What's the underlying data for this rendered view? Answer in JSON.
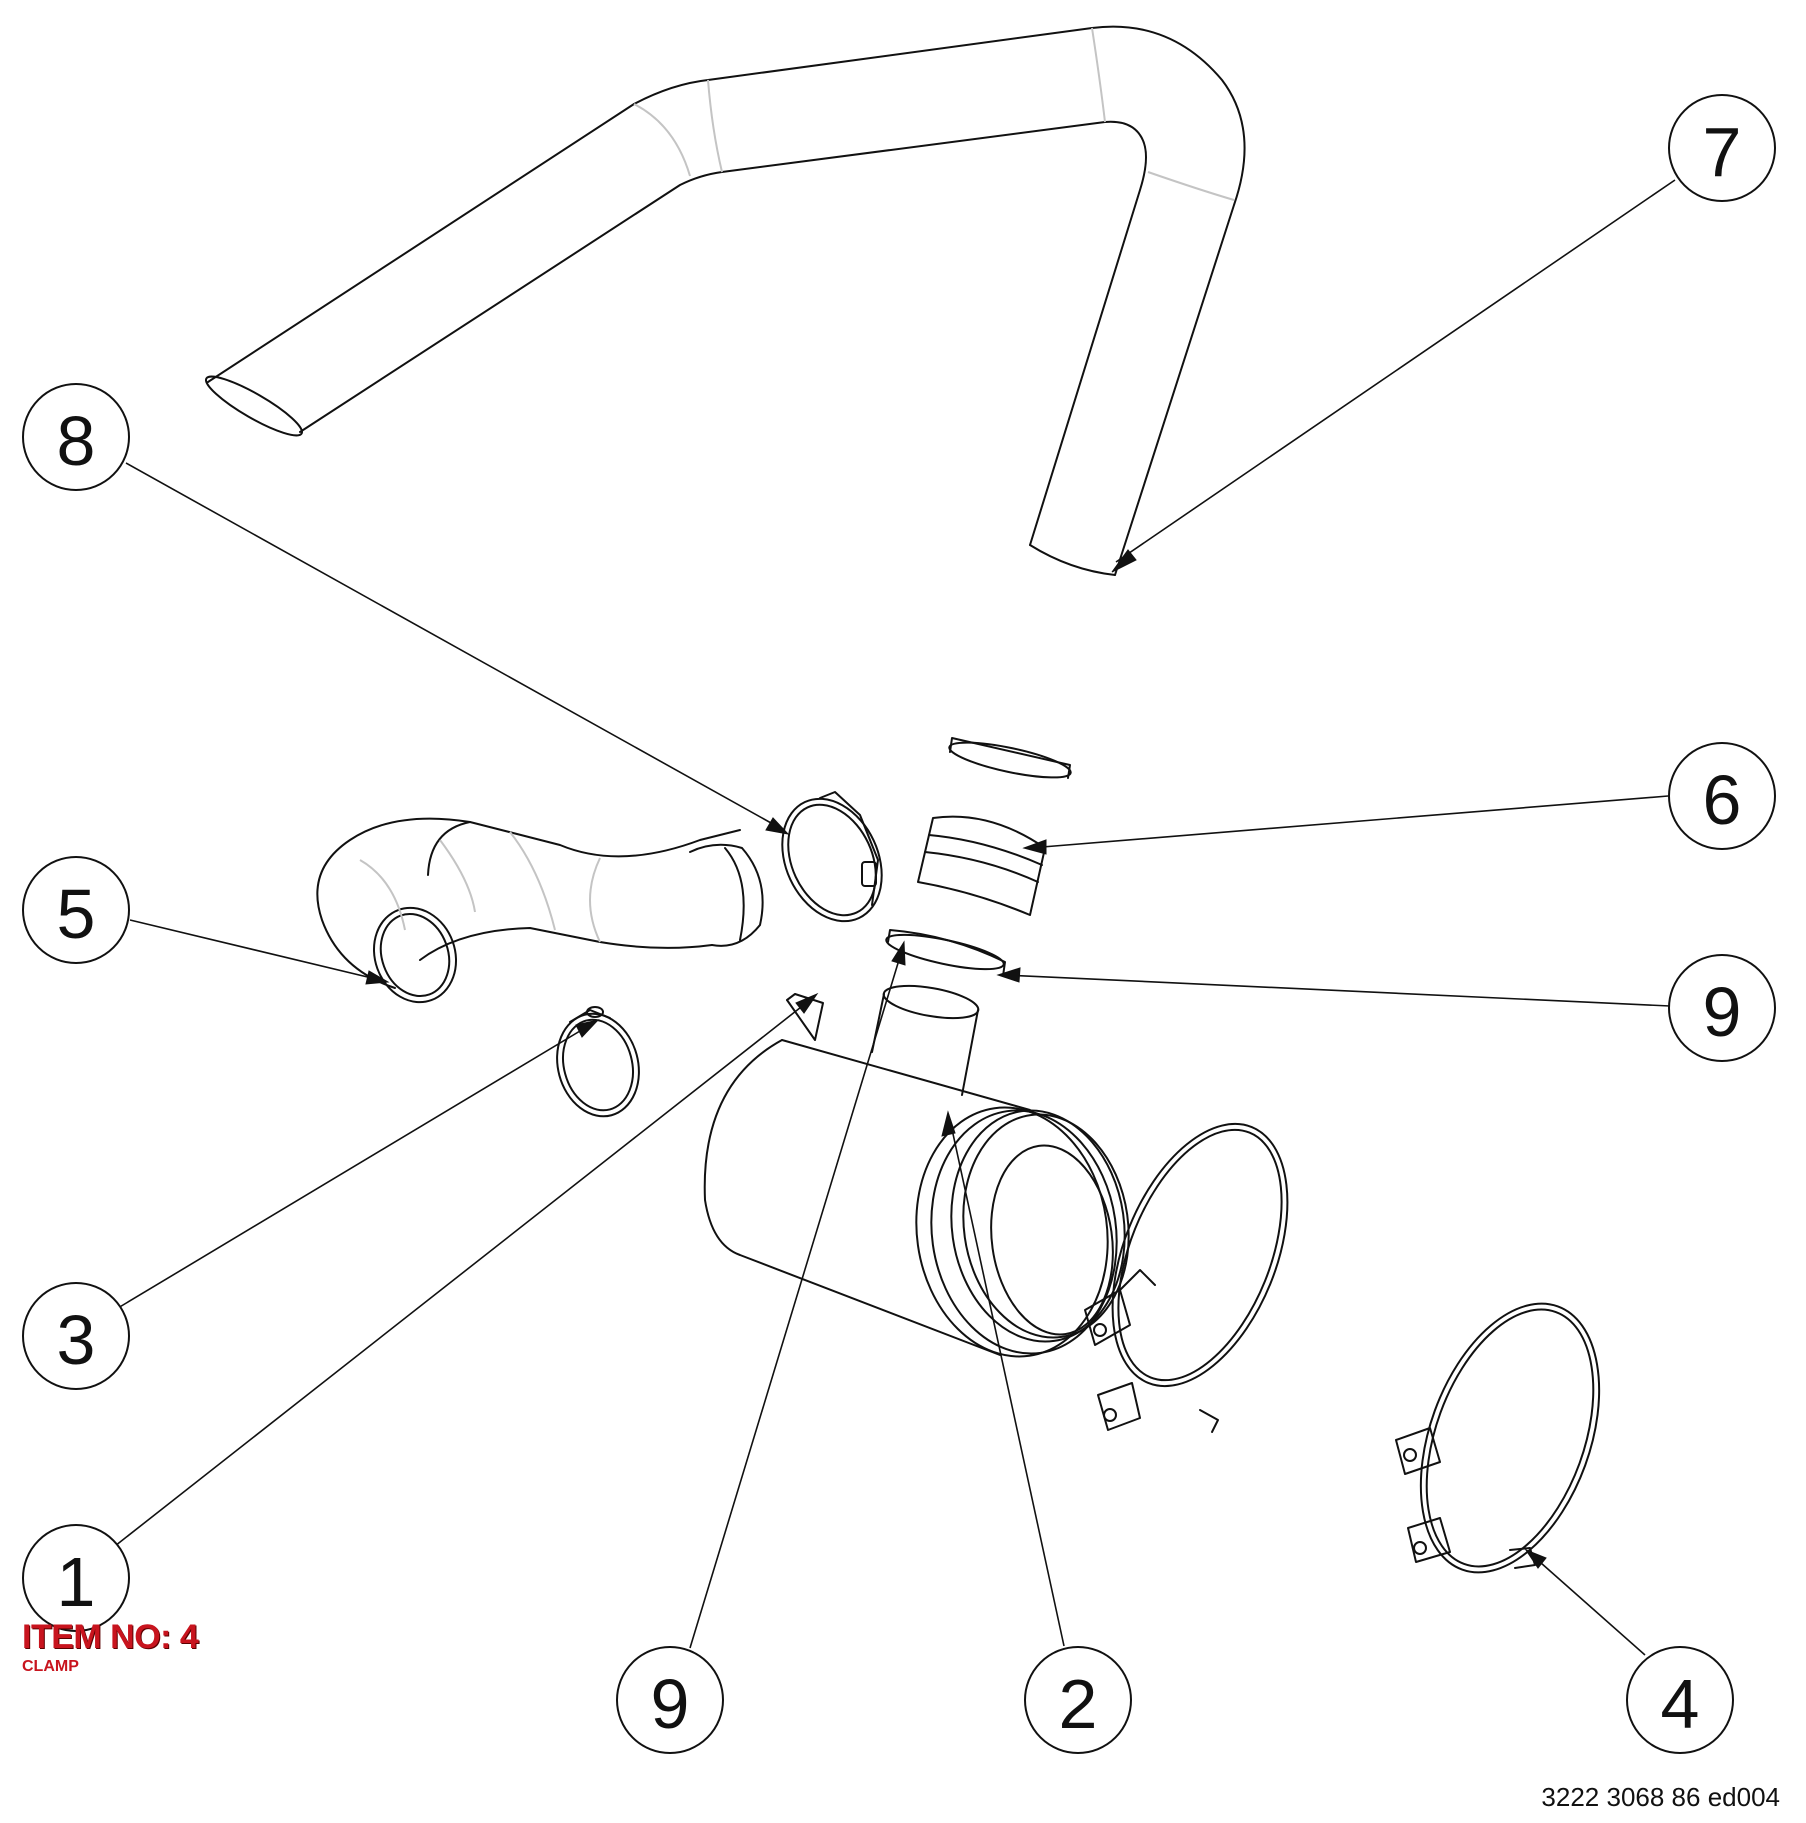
{
  "balloons": [
    {
      "id": "1",
      "label": "1"
    },
    {
      "id": "2",
      "label": "2"
    },
    {
      "id": "3",
      "label": "3"
    },
    {
      "id": "4",
      "label": "4"
    },
    {
      "id": "5",
      "label": "5"
    },
    {
      "id": "6",
      "label": "6"
    },
    {
      "id": "7",
      "label": "7"
    },
    {
      "id": "8",
      "label": "8"
    },
    {
      "id": "9a",
      "label": "9"
    },
    {
      "id": "9b",
      "label": "9"
    }
  ],
  "highlight": {
    "title": "ITEM NO: 4",
    "subtitle": "CLAMP",
    "color": "#c8141e"
  },
  "document_number": "3222 3068 86 ed004"
}
